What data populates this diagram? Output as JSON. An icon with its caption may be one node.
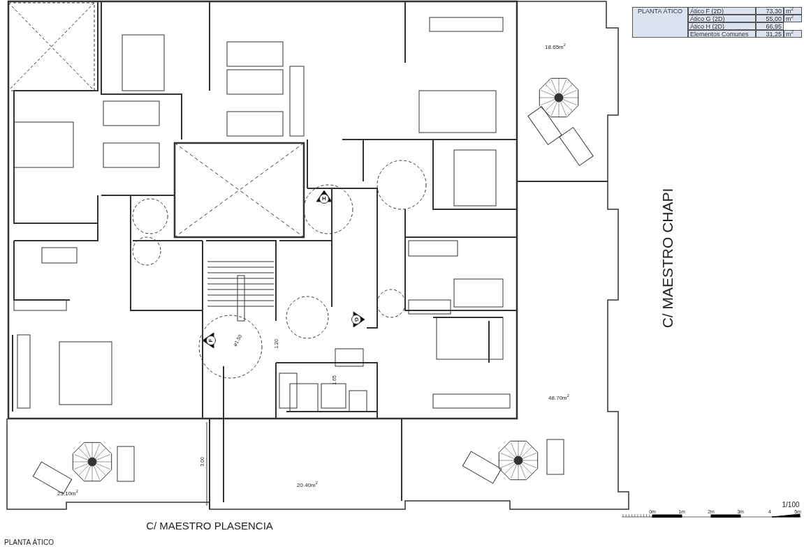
{
  "diagram": {
    "caption": "PLANTA ÁTICO",
    "labels": [
      "PLANTA ÁTICO",
      "Ático F (2D)",
      "73,30",
      "m$^{2}$",
      "Ático G (2D)",
      "55,00",
      "m$^{2}$",
      "Ático H (2D)",
      "66,95",
      "Elementos Comunes",
      "31,25",
      "m$^{2}$",
      "18.65m$^{2}$",
      "H",
      "C/ MAESTRO CHAPI",
      "G",
      "ø1.50",
      "F",
      "1.20",
      "1.65",
      "48.70m$^{2}$",
      "3.00",
      "23.10m$^{2}$",
      "20.40m$^{2}$",
      "1/100",
      "0m",
      "1m",
      "2m",
      "3m",
      "4",
      "5m",
      "C/ MAESTRO PLASENCIA"
    ]
  }
}
